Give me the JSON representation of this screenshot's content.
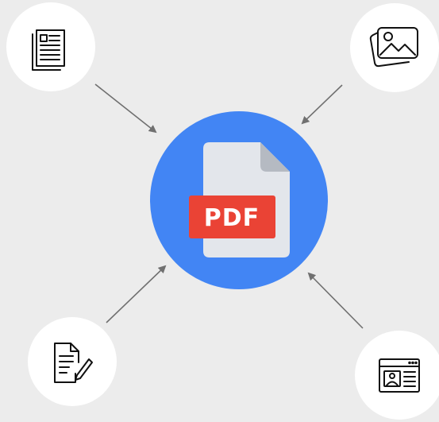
{
  "center": {
    "label": "PDF",
    "circle_color": "#4285f4",
    "badge_color": "#ea4335",
    "page_color": "#e3e6eb",
    "fold_color": "#b5bac2"
  },
  "sources": [
    {
      "name": "document",
      "icon": "document-icon"
    },
    {
      "name": "images",
      "icon": "images-icon"
    },
    {
      "name": "written-notes",
      "icon": "note-edit-icon"
    },
    {
      "name": "web-form",
      "icon": "contact-form-icon"
    }
  ],
  "colors": {
    "background": "#ececec",
    "node_fill": "#ffffff",
    "arrow": "#707070",
    "icon_stroke": "#111111"
  }
}
